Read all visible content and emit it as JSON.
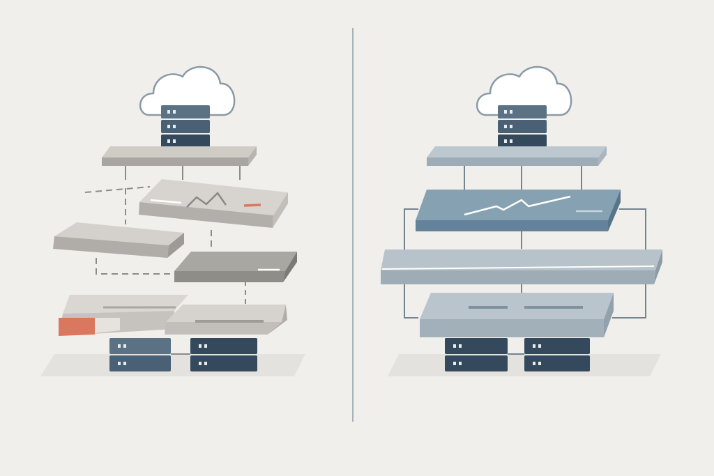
{
  "colors": {
    "background": "#f1efec",
    "divider": "#8e9ba3",
    "cloud_fill": "#ffffff",
    "cloud_stroke": "#8a9aa5",
    "server_light": "#5b7184",
    "server_mid": "#4a6075",
    "server_dark": "#34495c",
    "server_led": "#e8edf0",
    "shadow": "#e4e2de",
    "left_layer_top": "#cfccc6",
    "left_layer_side": "#a9a6a1",
    "left_layer_dark_top": "#a9a7a2",
    "left_layer_dark_side": "#86847f",
    "left_accent": "#d9775f",
    "left_connector": "#8d8b87",
    "right_layer_top": "#b9c4cc",
    "right_layer_side": "#9eacb6",
    "right_layer_blue_top": "#86a1b1",
    "right_layer_blue_side": "#64839a",
    "right_connector": "#73848f",
    "sparkline": "#ffffff"
  },
  "icons": [
    "cloud-icon",
    "server-icon",
    "server-rack-icon",
    "sparkline-icon"
  ],
  "panels": [
    {
      "id": "left",
      "style": "fragmented, loosely connected layers"
    },
    {
      "id": "right",
      "style": "aligned, unified layer stack"
    }
  ]
}
